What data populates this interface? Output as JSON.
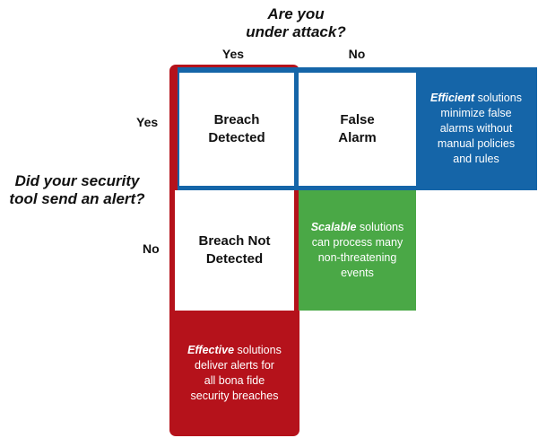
{
  "axes": {
    "column_title_line1": "Are you",
    "column_title_line2": "under attack?",
    "row_title_line1": "Did your security",
    "row_title_line2": "tool send an alert?",
    "col_yes": "Yes",
    "col_no": "No",
    "row_yes": "Yes",
    "row_no": "No"
  },
  "cells": {
    "breach_detected": "Breach\nDetected",
    "false_alarm": "False\nAlarm",
    "breach_not_detected": "Breach Not\nDetected"
  },
  "notes": {
    "efficient": {
      "keyword": "Efficient",
      "text_1": " solutions",
      "text_2": "minimize false",
      "text_3": "alarms without",
      "text_4": "manual policies",
      "text_5": "and rules"
    },
    "scalable": {
      "keyword": "Scalable",
      "text_1": " solutions",
      "text_2": "can process many",
      "text_3": "non-threatening",
      "text_4": "events"
    },
    "effective": {
      "keyword": "Effective",
      "text_1": " solutions",
      "text_2": "deliver alerts for",
      "text_3": "all bona fide",
      "text_4": "security breaches"
    }
  },
  "colors": {
    "red": "#b5121b",
    "blue": "#1565a8",
    "green": "#4aa846"
  }
}
